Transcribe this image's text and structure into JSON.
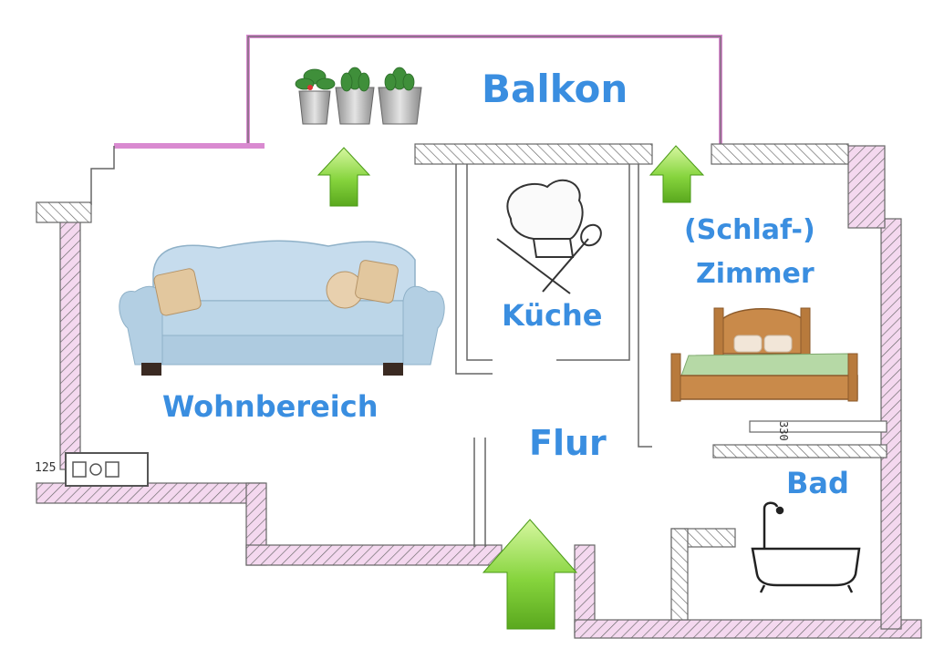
{
  "colors": {
    "label": "#3a8ee0",
    "wall_hatch": "#d98ad0",
    "wall_line": "#555555",
    "arrow_fill": "#7fd13a",
    "arrow_light": "#c8f28a",
    "arrow_dark": "#4a9a16",
    "sofa": "#b9d4e6",
    "sofa_dark": "#8fb1c8",
    "bed_wood": "#c98a4a",
    "bed_sheet": "#b6d9a6"
  },
  "rooms": {
    "balkon": "Balkon",
    "kueche": "Küche",
    "schlafzimmer_line1": "(Schlaf-)",
    "schlafzimmer_line2": "Zimmer",
    "wohnbereich": "Wohnbereich",
    "flur": "Flur",
    "bad": "Bad"
  },
  "dimensions": {
    "left_wall": "125",
    "bath_wall": "330"
  },
  "icons": [
    "plant-pots-icon",
    "chef-hat-icon",
    "sofa-icon",
    "bed-icon",
    "bathtub-icon",
    "arrow-up-icon"
  ]
}
